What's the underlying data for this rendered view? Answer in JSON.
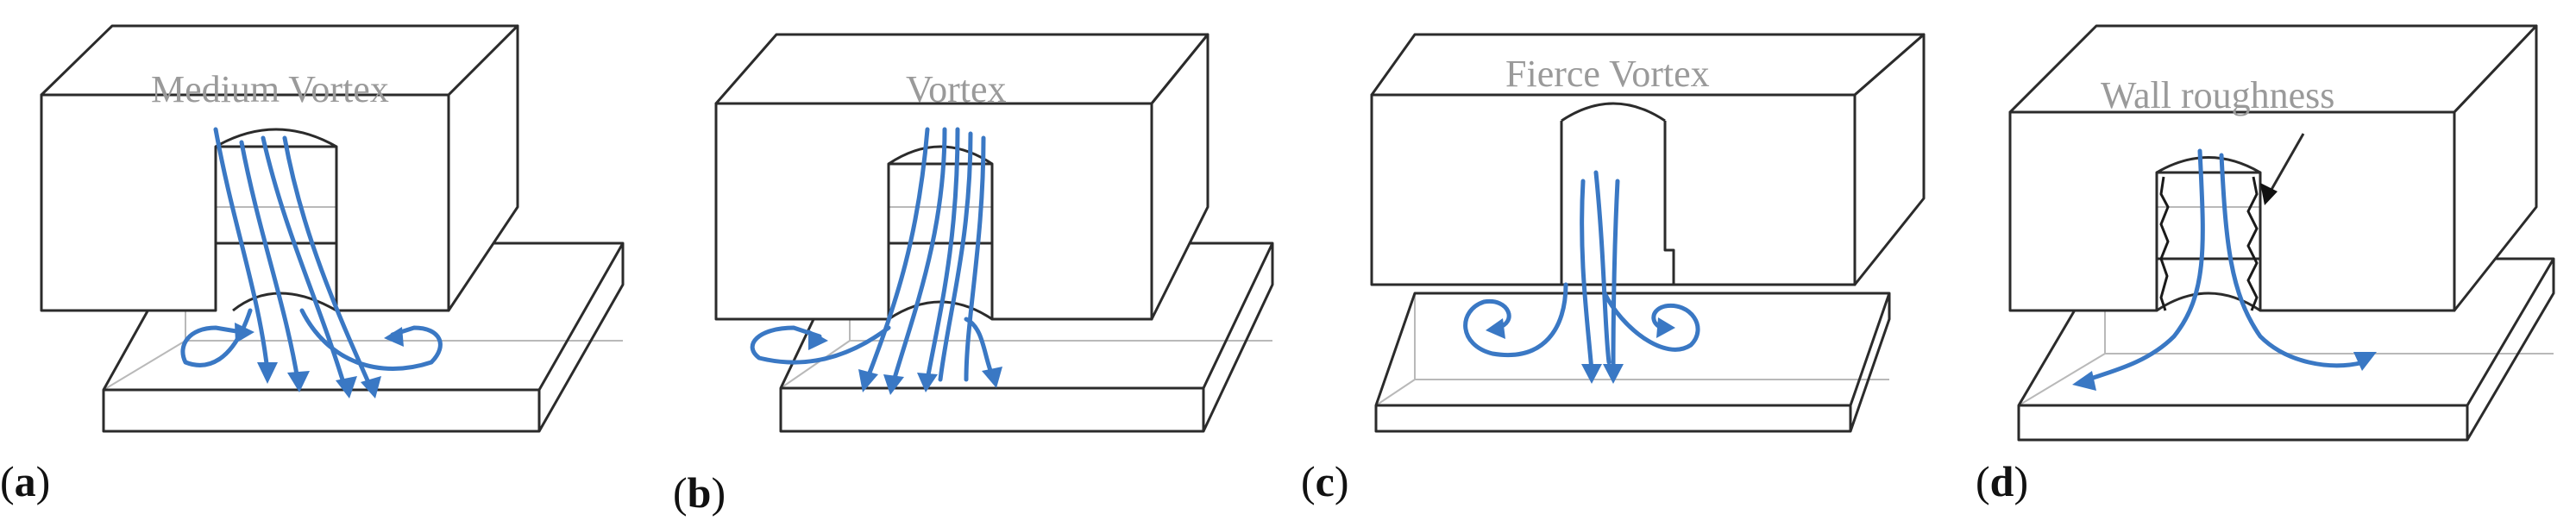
{
  "panels": [
    {
      "label": "Medium Vortex",
      "caption_open": "(",
      "caption_letter": "a",
      "caption_close": ")"
    },
    {
      "label": "Vortex",
      "caption_open": "(",
      "caption_letter": "b",
      "caption_close": ")"
    },
    {
      "label": "Fierce Vortex",
      "caption_open": "(",
      "caption_letter": "c",
      "caption_close": ")"
    },
    {
      "label": "Wall roughness",
      "caption_open": "(",
      "caption_letter": "d",
      "caption_close": ")"
    }
  ],
  "colors": {
    "flow": "#3a78c4",
    "outline": "#2b2b2b",
    "label_text": "#9a9a9a"
  }
}
